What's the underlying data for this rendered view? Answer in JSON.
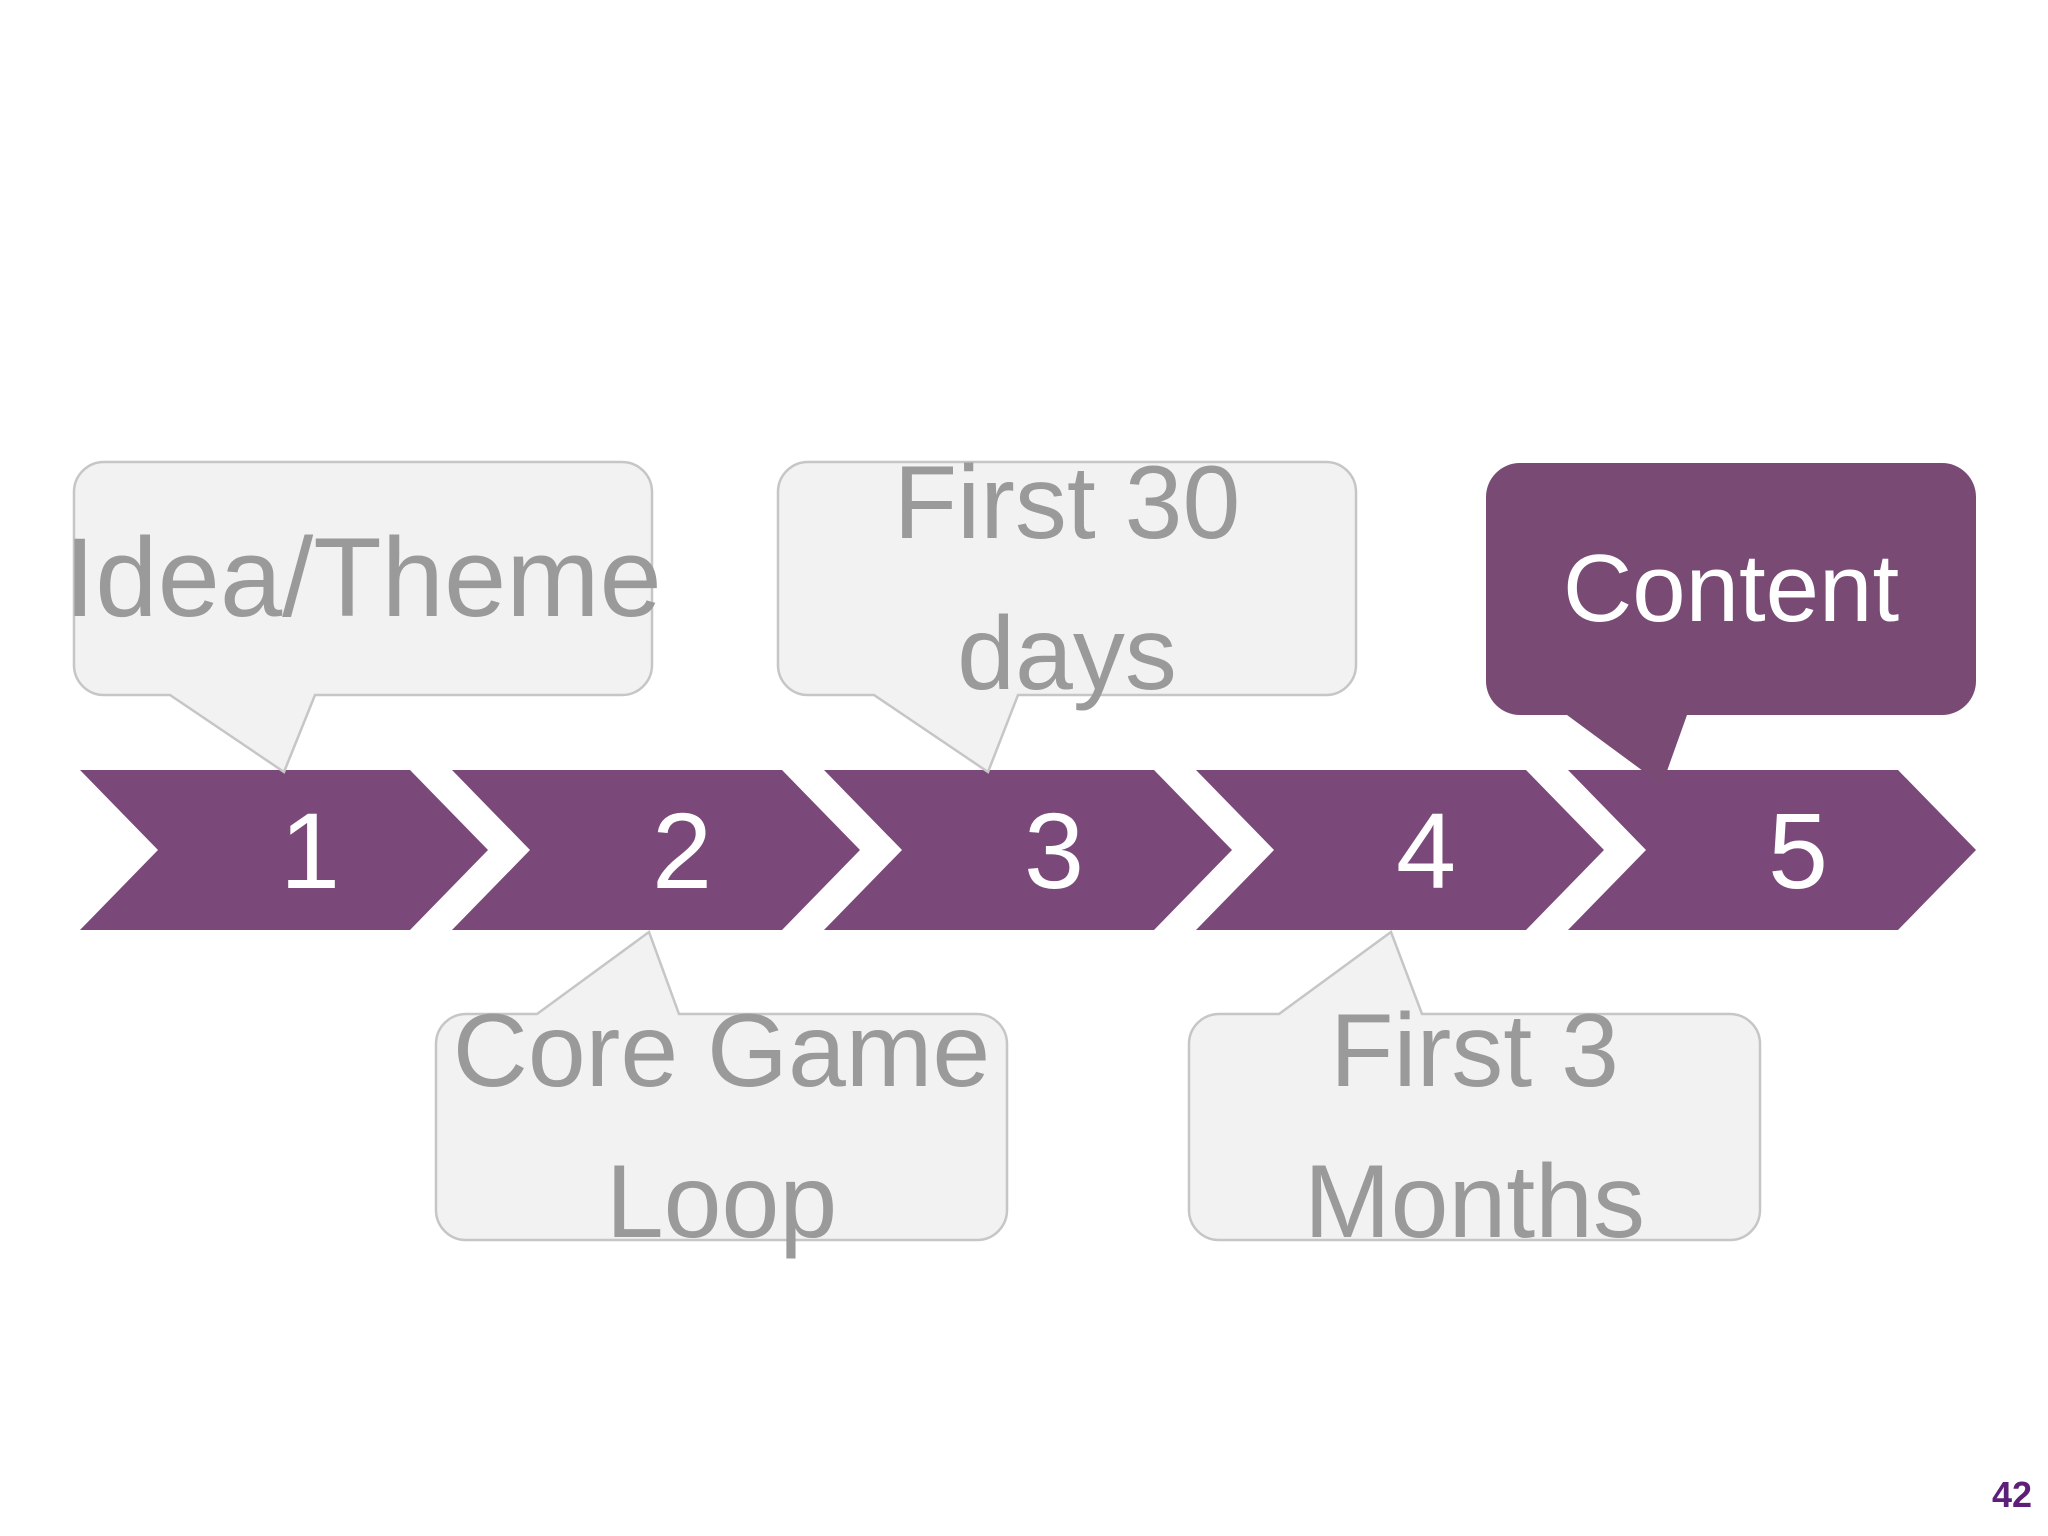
{
  "slide": {
    "page_number": "42",
    "colors": {
      "chevron_purple": "#7a4879",
      "content_bubble_purple": "#784a74",
      "gray_bubble_fill": "#f2f2f2",
      "gray_bubble_border": "#c6c6c6",
      "gray_text": "#9a9a9a",
      "page_number_color": "#5e1f78",
      "step_number_text": "#ffffff",
      "content_text": "#ffffff"
    }
  },
  "process": {
    "steps": [
      {
        "number": "1",
        "callout_label": "Idea/Theme",
        "callout_position": "above",
        "callout_style": "gray"
      },
      {
        "number": "2",
        "callout_label": "Core Game\nLoop",
        "callout_position": "below",
        "callout_style": "gray"
      },
      {
        "number": "3",
        "callout_label": "First 30\ndays",
        "callout_position": "above",
        "callout_style": "gray"
      },
      {
        "number": "4",
        "callout_label": "First 3\nMonths",
        "callout_position": "below",
        "callout_style": "gray"
      },
      {
        "number": "5",
        "callout_label": "Content",
        "callout_position": "above",
        "callout_style": "purple"
      }
    ]
  }
}
